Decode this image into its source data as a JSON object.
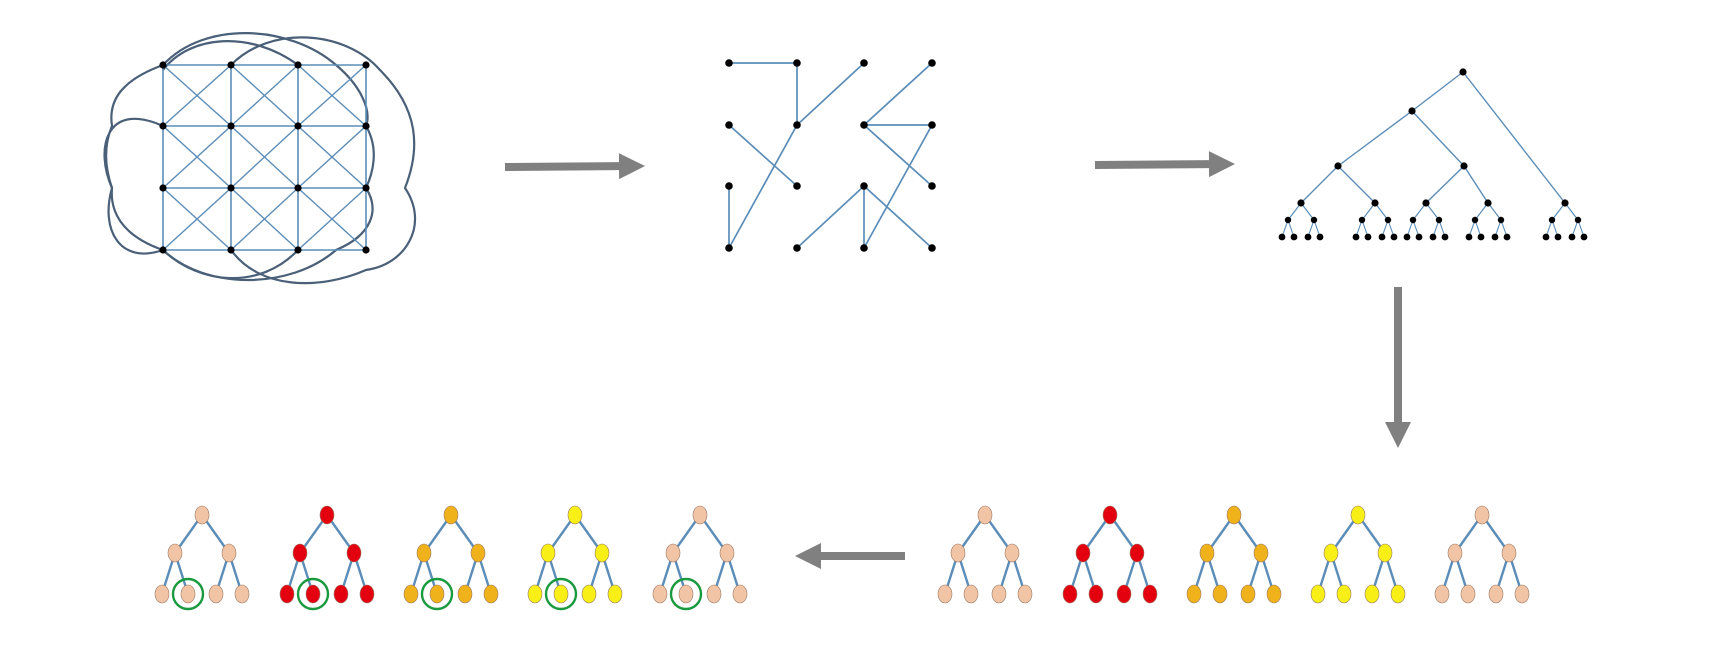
{
  "colors": {
    "edge_blue": "#5b8db8",
    "loop_stroke": "#4a5f78",
    "node_black": "#000000",
    "arrow_gray": "#808080",
    "peach": "#f2c4a6",
    "red": "#e3000f",
    "orange": "#f0b21b",
    "yellow": "#f7ef16",
    "highlight_green": "#1a9a3f"
  },
  "stages": [
    {
      "id": "dense-grid-graph",
      "description_icon": "grid-graph-icon"
    },
    {
      "id": "sparse-matching-graph",
      "description_icon": "sparse-graph-icon"
    },
    {
      "id": "hierarchical-tree",
      "description_icon": "tree-icon"
    },
    {
      "id": "colored-trees",
      "tree_colors": [
        "peach",
        "red",
        "orange",
        "yellow",
        "peach"
      ]
    },
    {
      "id": "highlighted-trees",
      "tree_colors": [
        "peach",
        "red",
        "orange",
        "yellow",
        "peach"
      ],
      "highlight": "second-leaf"
    }
  ],
  "arrows": [
    "right",
    "right",
    "down",
    "left"
  ]
}
